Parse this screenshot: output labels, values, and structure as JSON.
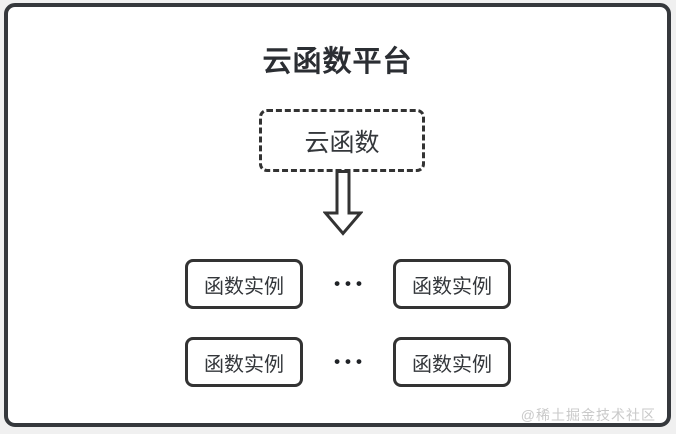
{
  "page": {
    "title": "云函数平台",
    "watermark": "@稀土掘金技术社区"
  },
  "diagram": {
    "root": {
      "label": "云函数",
      "border_style": "dashed"
    },
    "arrow": {
      "name": "down-arrow",
      "direction": "down"
    },
    "instance_rows": [
      {
        "instances": [
          {
            "label": "函数实例"
          },
          {
            "label": "函数实例"
          }
        ],
        "ellipsis": "•••"
      },
      {
        "instances": [
          {
            "label": "函数实例"
          },
          {
            "label": "函数实例"
          }
        ],
        "ellipsis": "•••"
      }
    ]
  },
  "colors": {
    "frame_border": "#35383c",
    "node_border": "#333333",
    "text": "#2b2e33",
    "node_text": "#34373b",
    "background": "#ffffff",
    "page_background": "#f0f0f0",
    "watermark": "#c9c9c9"
  }
}
